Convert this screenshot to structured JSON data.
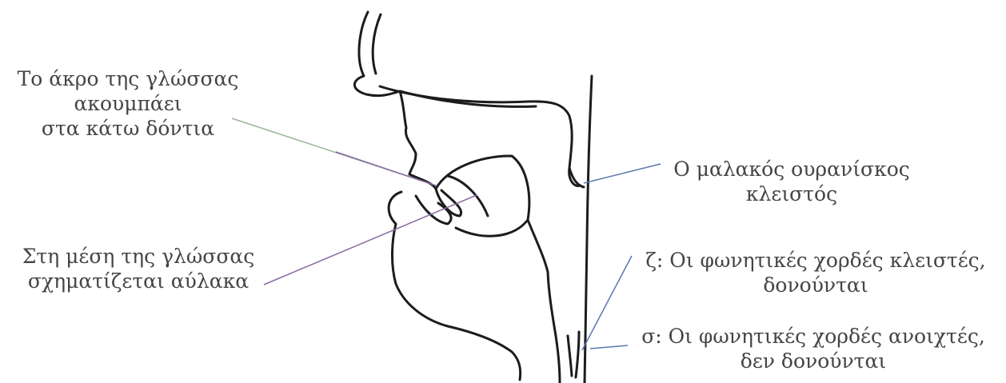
{
  "labels": {
    "tongue_tip": [
      "Το άκρο της γλώσσας",
      "ακουμπάει",
      "στα κάτω δόντια"
    ],
    "groove": [
      "Στη μέση της γλώσσας",
      "σχηματίζεται αύλακα"
    ],
    "soft_palate": [
      "Ο μαλακός ουρανίσκος",
      "κλειστός"
    ],
    "z_folds": [
      "ζ: Οι φωνητικές χορδές κλειστές,",
      "δονούνται"
    ],
    "s_folds": [
      "σ: Οι φωνητικές χορδές ανοιχτές,",
      "δεν δονούνται"
    ]
  },
  "colors": {
    "stroke": "#1c1c1c",
    "leader_green": "#9ab79a",
    "leader_purple": "#8a6aa0",
    "leader_blue": "#5a78b0",
    "text": "#454545"
  }
}
